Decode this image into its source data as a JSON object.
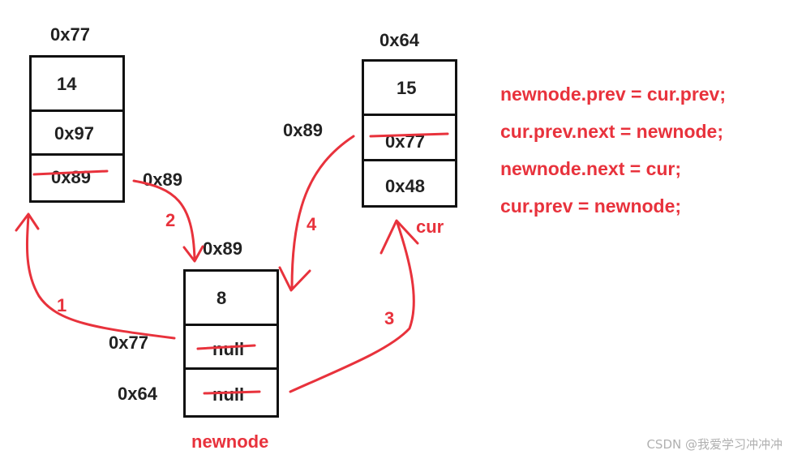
{
  "nodes": {
    "left": {
      "addr": "0x77",
      "val": "14",
      "next": "0x97",
      "prev_old": "0x89"
    },
    "mid": {
      "addr": "0x89",
      "val": "8",
      "prev_old": "null",
      "next_old": "null",
      "label": "newnode"
    },
    "right": {
      "addr": "0x64",
      "val": "15",
      "prev_old": "0x77",
      "next": "0x48",
      "label": "cur"
    }
  },
  "annotations": {
    "a_0x89_left": "0x89",
    "a_0x89_right": "0x89",
    "a_0x77_mid": "0x77",
    "a_0x64_mid": "0x64"
  },
  "steps": [
    "1",
    "2",
    "3",
    "4"
  ],
  "code": [
    "newnode.prev = cur.prev;",
    "cur.prev.next = newnode;",
    "newnode.next = cur;",
    "cur.prev = newnode;"
  ],
  "watermark": "CSDN @我爱学习冲冲冲",
  "colors": {
    "accent": "#e8323c",
    "ink": "#111111"
  }
}
